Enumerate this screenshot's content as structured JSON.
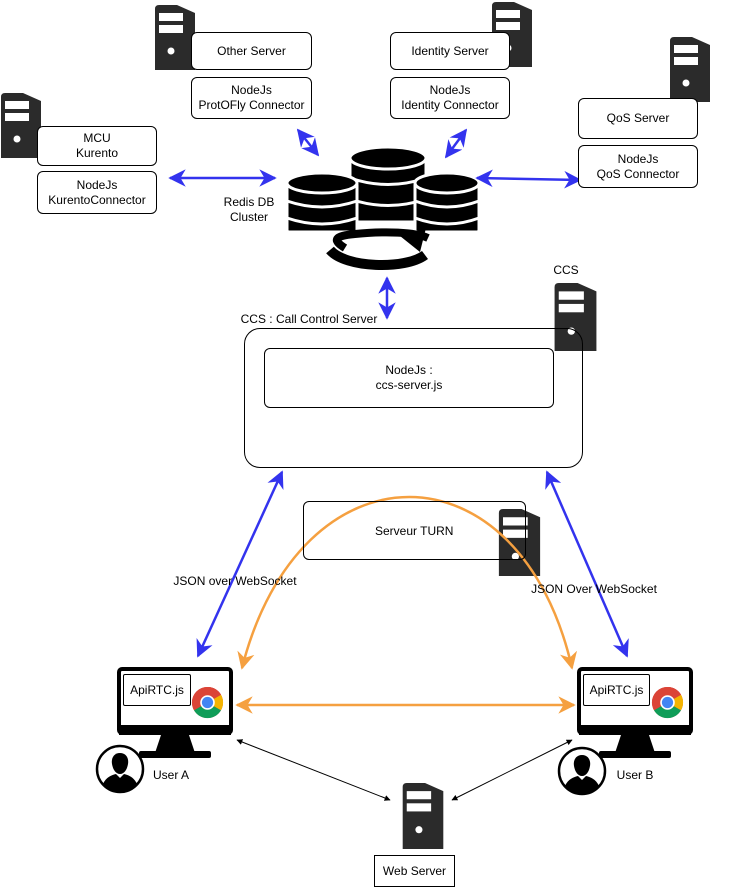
{
  "nodes": {
    "other_server": "Other Server",
    "protofly_connector": "NodeJs\nProtOFly Connector",
    "identity_server": "Identity Server",
    "identity_connector": "NodeJs\nIdentity Connector",
    "mcu_kurento": "MCU\nKurento",
    "kurento_connector": "NodeJs\nKurentoConnector",
    "qos_server": "QoS Server",
    "qos_connector": "NodeJs\nQoS Connector",
    "redis_db": "Redis DB\nCluster",
    "ccs_title": "CCS",
    "ccs_container": "CCS : Call Control Server",
    "ccs_nodejs": "NodeJs :\nccs-server.js",
    "turn_server": "Serveur TURN",
    "apirtc_a": "ApiRTC.js",
    "apirtc_b": "ApiRTC.js",
    "user_a": "User A",
    "user_b": "User B",
    "web_server": "Web Server"
  },
  "edges": {
    "json_ws_left": "JSON over WebSocket",
    "json_ws_right": "JSON Over WebSocket"
  },
  "icons": [
    "server-icon",
    "database-icon",
    "sync-icon",
    "monitor-icon",
    "chrome-icon",
    "user-icon"
  ],
  "colors": {
    "blue_arrow": "#3333ee",
    "orange_arrow": "#f5a040",
    "black_arrow": "#000000",
    "server_fill": "#2b2b2b"
  }
}
